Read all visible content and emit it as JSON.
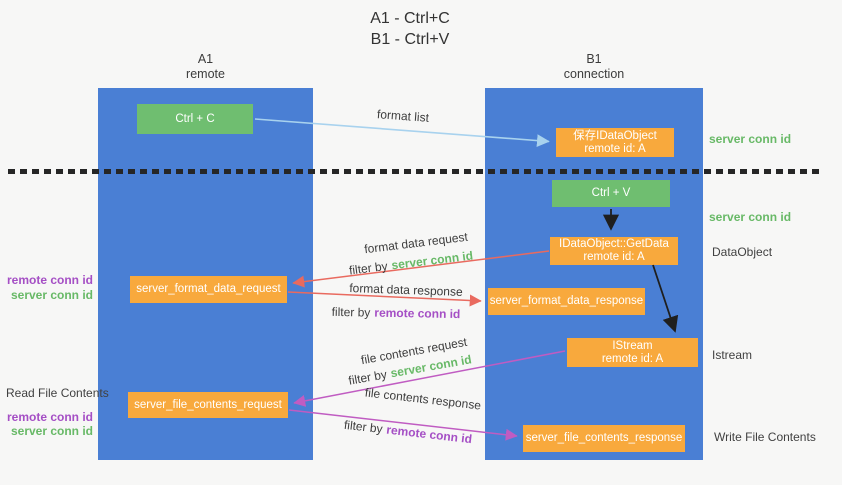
{
  "title": {
    "line1": "A1 - Ctrl+C",
    "line2": "B1 - Ctrl+V"
  },
  "columns": {
    "left": {
      "name": "A1",
      "subtitle": "remote"
    },
    "right": {
      "name": "B1",
      "subtitle": "connection"
    }
  },
  "nodes": {
    "ctrl_c": {
      "label": "Ctrl + C"
    },
    "ctrl_v": {
      "label": "Ctrl + V"
    },
    "save_idataobject": {
      "line1": "保存IDataObject",
      "line2": "remote id: A"
    },
    "getdata": {
      "line1": "IDataObject::GetData",
      "line2": "remote id: A"
    },
    "istream": {
      "line1": "IStream",
      "line2": "remote id: A"
    },
    "server_format_data_request": {
      "label": "server_format_data_request"
    },
    "server_format_data_response": {
      "label": "server_format_data_response"
    },
    "server_file_contents_request": {
      "label": "server_file_contents_request"
    },
    "server_file_contents_response": {
      "label": "server_file_contents_response"
    }
  },
  "arrow_labels": {
    "format_list": "format list",
    "format_data_request": "format data request",
    "format_data_response": "format data response",
    "file_contents_request": "file contents request",
    "file_contents_response": "file contents response",
    "filter_by": "filter by",
    "server_conn_id": "server conn id",
    "remote_conn_id": "remote conn id"
  },
  "side_labels": {
    "server_conn_id_top_right": "server conn id",
    "server_conn_id_mid_right": "server conn id",
    "dataobject": "DataObject",
    "istream": "Istream",
    "write_file_contents": "Write File Contents",
    "read_file_contents": "Read File Contents",
    "remote_conn_id": "remote conn id",
    "server_conn_id": "server conn id"
  },
  "colors": {
    "bg": "#f7f7f6",
    "blue": "#4a7fd4",
    "green": "#6fbe70",
    "orange": "#f8a93d",
    "greentext": "#68b967",
    "purpletext": "#a54fc5",
    "salmon": "#e96a5f",
    "magenta": "#c05cc2",
    "lightblue": "#a8d2ee",
    "black": "#1f1f1f",
    "dash": "#262626",
    "ink": "#333333"
  }
}
